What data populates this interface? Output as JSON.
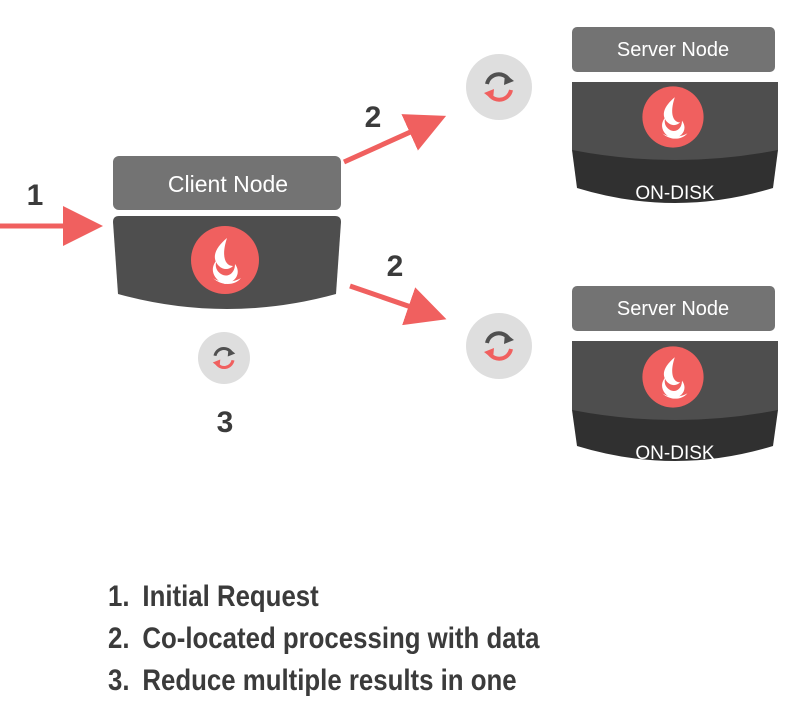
{
  "client": {
    "title": "Client Node"
  },
  "servers": [
    {
      "title": "Server Node",
      "storage": "ON-DISK"
    },
    {
      "title": "Server Node",
      "storage": "ON-DISK"
    }
  ],
  "step_numbers": {
    "request": "1",
    "compute_top": "2",
    "compute_bottom": "2",
    "reduce": "3"
  },
  "legend": [
    {
      "num": "1.",
      "text": "Initial Request"
    },
    {
      "num": "2.",
      "text": "Co-located processing with data"
    },
    {
      "num": "3.",
      "text": "Reduce multiple results in one"
    }
  ],
  "colors": {
    "accent": "#f0605f",
    "node_header": "#737373",
    "node_body": "#4e4e4e",
    "disk": "#303030",
    "badge": "#dedede"
  }
}
